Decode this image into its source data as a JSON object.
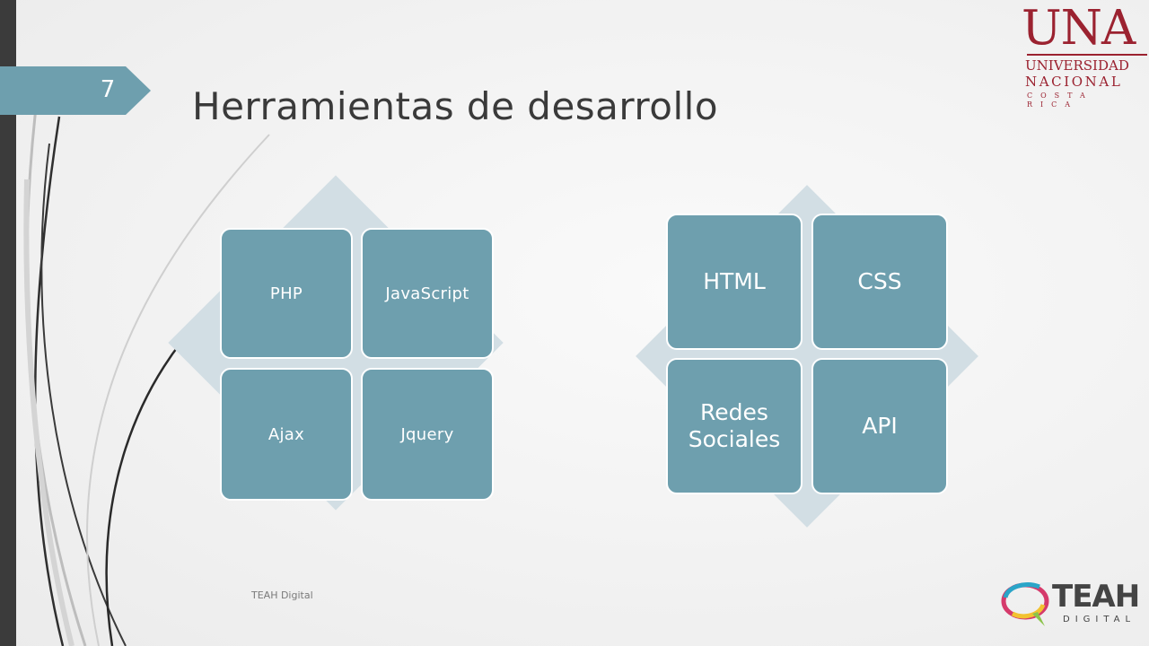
{
  "slide": {
    "number": "7",
    "title": "Herramientas de desarrollo",
    "footer": "TEAH Digital"
  },
  "diagram_left": {
    "tiles": [
      "PHP",
      "JavaScript",
      "Ajax",
      "Jquery"
    ]
  },
  "diagram_right": {
    "tiles": [
      "HTML",
      "CSS",
      "Redes Sociales",
      "API"
    ]
  },
  "logos": {
    "una": {
      "main": "UNA",
      "line1": "UNIVERSIDAD",
      "line2": "NACIONAL",
      "line3": "COSTA RICA"
    },
    "teah": {
      "word": "TEAH",
      "sub": "DIGITAL"
    }
  },
  "colors": {
    "accent": "#6e9fae",
    "diamond": "#d2dee4",
    "una_red": "#9b2230",
    "sidebar": "#3b3b3b"
  }
}
